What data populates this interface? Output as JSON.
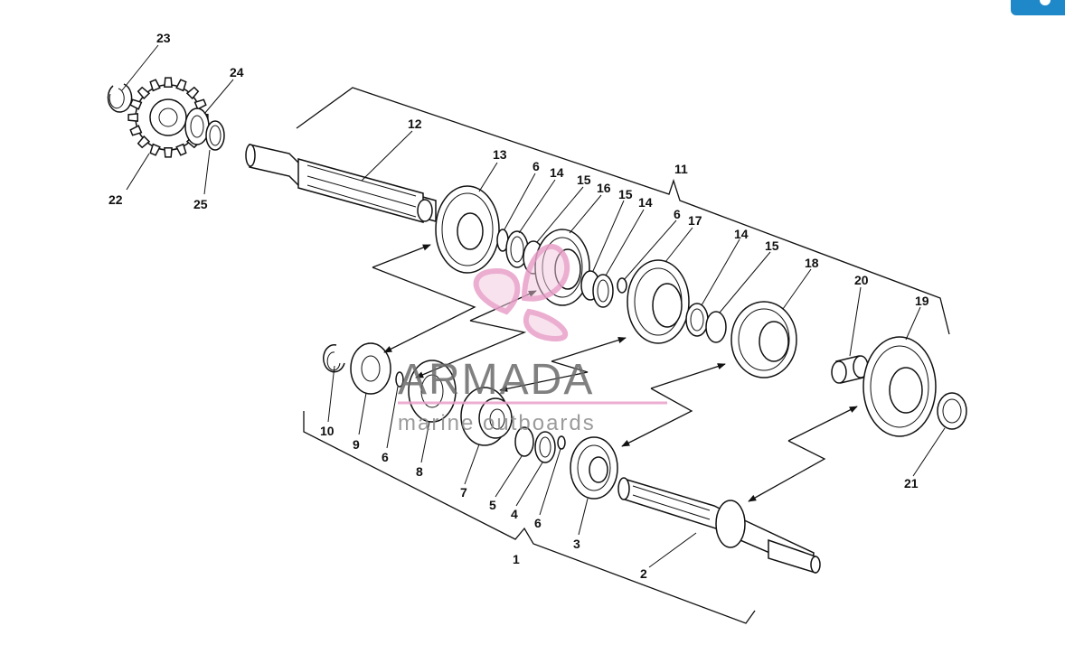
{
  "diagram": {
    "labels": [
      {
        "id": "23",
        "text": "23"
      },
      {
        "id": "24",
        "text": "24"
      },
      {
        "id": "22",
        "text": "22"
      },
      {
        "id": "25",
        "text": "25"
      },
      {
        "id": "12",
        "text": "12"
      },
      {
        "id": "13",
        "text": "13"
      },
      {
        "id": "6a",
        "text": "6"
      },
      {
        "id": "14a",
        "text": "14"
      },
      {
        "id": "15a",
        "text": "15"
      },
      {
        "id": "16",
        "text": "16"
      },
      {
        "id": "15b",
        "text": "15"
      },
      {
        "id": "14b",
        "text": "14"
      },
      {
        "id": "11",
        "text": "11"
      },
      {
        "id": "6b",
        "text": "6"
      },
      {
        "id": "17",
        "text": "17"
      },
      {
        "id": "14c",
        "text": "14"
      },
      {
        "id": "15c",
        "text": "15"
      },
      {
        "id": "18",
        "text": "18"
      },
      {
        "id": "20",
        "text": "20"
      },
      {
        "id": "19",
        "text": "19"
      },
      {
        "id": "21",
        "text": "21"
      },
      {
        "id": "10",
        "text": "10"
      },
      {
        "id": "9",
        "text": "9"
      },
      {
        "id": "6c",
        "text": "6"
      },
      {
        "id": "8",
        "text": "8"
      },
      {
        "id": "7",
        "text": "7"
      },
      {
        "id": "5",
        "text": "5"
      },
      {
        "id": "4",
        "text": "4"
      },
      {
        "id": "6d",
        "text": "6"
      },
      {
        "id": "3",
        "text": "3"
      },
      {
        "id": "1",
        "text": "1"
      },
      {
        "id": "2",
        "text": "2"
      }
    ]
  },
  "watermark": {
    "brand": "ARMADA",
    "tagline": "marine outboards",
    "accent_color": "#e8a0c8"
  },
  "colors": {
    "line": "#111111",
    "corner_button": "#1e88c8"
  }
}
